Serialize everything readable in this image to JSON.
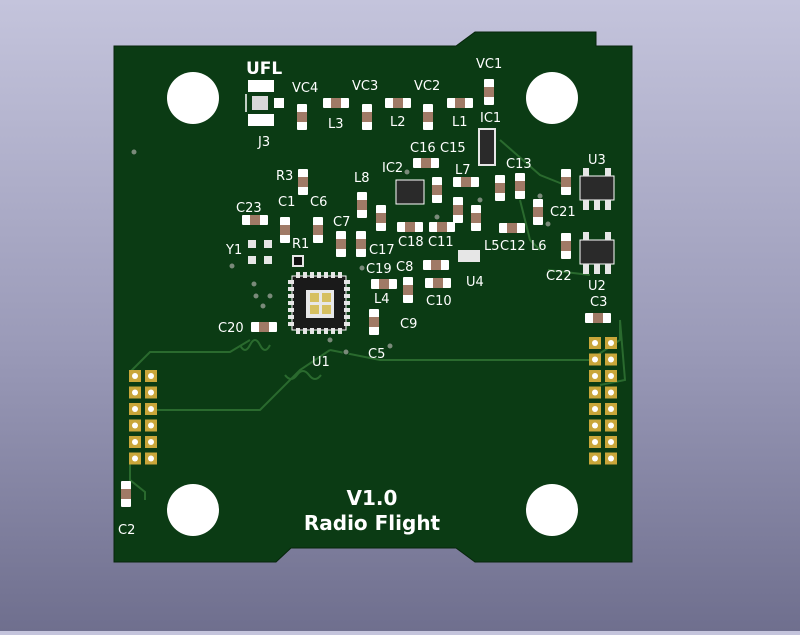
{
  "board": {
    "version": "V1.0",
    "name": "Radio Flight",
    "antenna_label": "UFL",
    "colors": {
      "board": "#0b3b14",
      "silk": "#ffffff",
      "pad": "#e9e9e9",
      "copper_trace": "#2a6a2e",
      "hole": "#ffffff",
      "header_pad": "#c9a63a"
    }
  },
  "designators": {
    "J3": "J3",
    "VC4": "VC4",
    "VC3": "VC3",
    "VC2": "VC2",
    "VC1": "VC1",
    "L3": "L3",
    "L2": "L2",
    "L1": "L1",
    "IC1": "IC1",
    "C16": "C16",
    "C15": "C15",
    "IC2": "IC2",
    "L7": "L7",
    "C13": "C13",
    "U3": "U3",
    "R3": "R3",
    "L8": "L8",
    "C23": "C23",
    "C1": "C1",
    "C6": "C6",
    "C7": "C7",
    "C17": "C17",
    "C18": "C18",
    "C11": "C11",
    "L5": "L5",
    "C12": "C12",
    "L6": "L6",
    "C21": "C21",
    "R1": "R1",
    "Y1": "Y1",
    "C19": "C19",
    "C8": "C8",
    "U4": "U4",
    "C22": "C22",
    "U2": "U2",
    "L4": "L4",
    "C10": "C10",
    "C3": "C3",
    "C9": "C9",
    "C20": "C20",
    "C5": "C5",
    "U1": "U1",
    "C2": "C2"
  }
}
